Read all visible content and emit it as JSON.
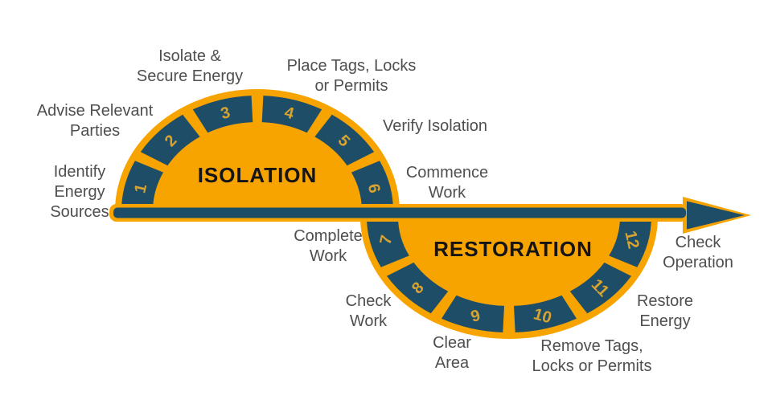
{
  "colors": {
    "orange": "#F7A400",
    "navy": "#1E4D68",
    "number": "#D9A330",
    "label": "#4F4F4F",
    "title": "#141414",
    "background": "#FFFFFF"
  },
  "isolation": {
    "title": "ISOLATION"
  },
  "restoration": {
    "title": "RESTORATION"
  },
  "arrow": {
    "direction": "right"
  },
  "steps": [
    {
      "num": "1",
      "label": "Identify\nEnergy\nSources",
      "phase": "isolation"
    },
    {
      "num": "2",
      "label": "Advise Relevant\nParties",
      "phase": "isolation"
    },
    {
      "num": "3",
      "label": "Isolate &\nSecure Energy",
      "phase": "isolation"
    },
    {
      "num": "4",
      "label": "Place Tags, Locks\nor Permits",
      "phase": "isolation"
    },
    {
      "num": "5",
      "label": "Verify Isolation",
      "phase": "isolation"
    },
    {
      "num": "6",
      "label": "Commence\nWork",
      "phase": "isolation"
    },
    {
      "num": "7",
      "label": "Complete\nWork",
      "phase": "restoration"
    },
    {
      "num": "8",
      "label": "Check\nWork",
      "phase": "restoration"
    },
    {
      "num": "9",
      "label": "Clear\nArea",
      "phase": "restoration"
    },
    {
      "num": "10",
      "label": "Remove Tags,\nLocks or Permits",
      "phase": "restoration"
    },
    {
      "num": "11",
      "label": "Restore\nEnergy",
      "phase": "restoration"
    },
    {
      "num": "12",
      "label": "Check\nOperation",
      "phase": "restoration"
    }
  ]
}
